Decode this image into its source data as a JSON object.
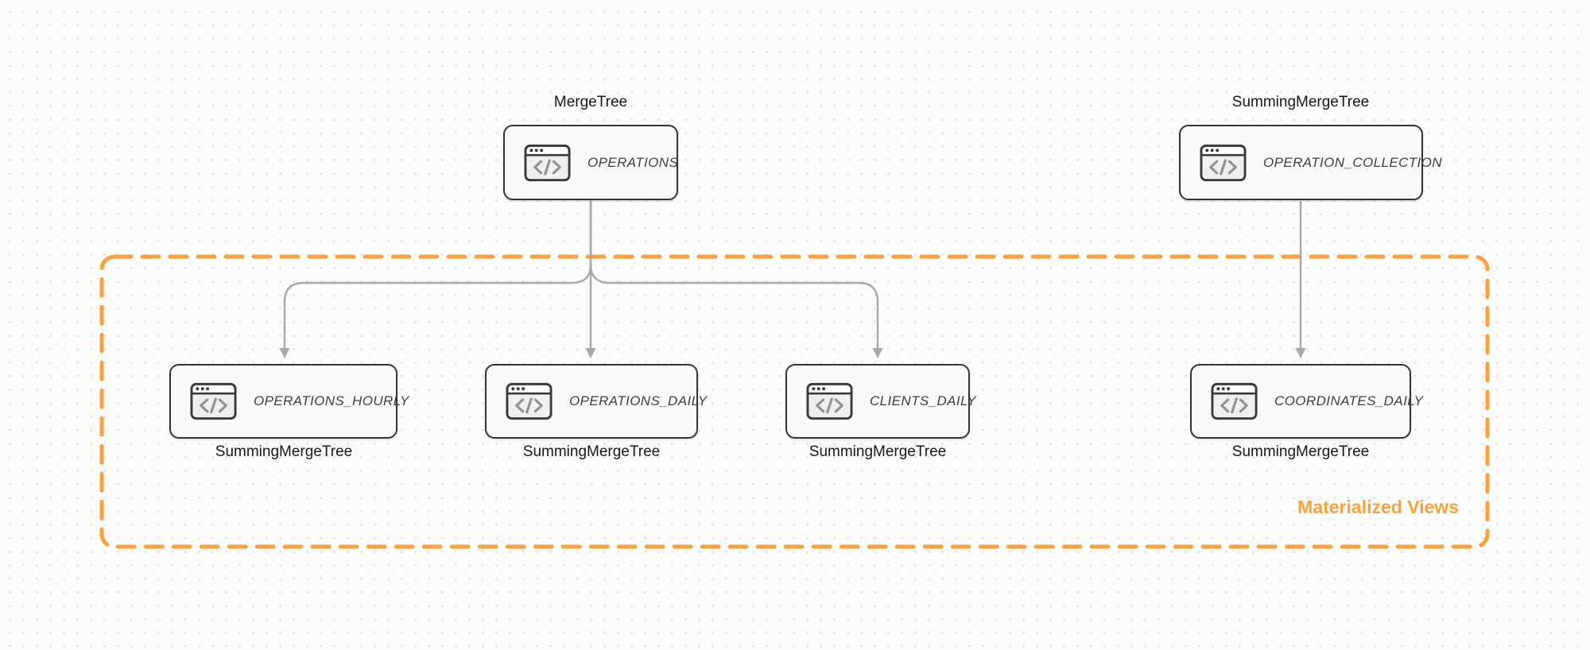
{
  "diagram": {
    "title": "Table engines and materialized views diagram",
    "group": {
      "label": "Materialized Views"
    },
    "nodes": [
      {
        "id": "operations",
        "engine": "MergeTree",
        "name": "OPERATIONS",
        "engine_label_position": "top"
      },
      {
        "id": "operation_collection",
        "engine": "SummingMergeTree",
        "name": "OPERATION_COLLECTION",
        "engine_label_position": "top"
      },
      {
        "id": "operations_hourly",
        "engine": "SummingMergeTree",
        "name": "OPERATIONS_HOURLY",
        "engine_label_position": "bottom"
      },
      {
        "id": "operations_daily",
        "engine": "SummingMergeTree",
        "name": "OPERATIONS_DAILY",
        "engine_label_position": "bottom"
      },
      {
        "id": "clients_daily",
        "engine": "SummingMergeTree",
        "name": "CLIENTS_DAILY",
        "engine_label_position": "bottom"
      },
      {
        "id": "coordinates_daily",
        "engine": "SummingMergeTree",
        "name": "COORDINATES_DAILY",
        "engine_label_position": "bottom"
      }
    ],
    "edges": [
      {
        "from": "OPERATIONS",
        "to": "OPERATIONS_HOURLY"
      },
      {
        "from": "OPERATIONS",
        "to": "OPERATIONS_DAILY"
      },
      {
        "from": "OPERATIONS",
        "to": "CLIENTS_DAILY"
      },
      {
        "from": "OPERATION_COLLECTION",
        "to": "COORDINATES_DAILY"
      }
    ],
    "icons": {
      "node": "code-browser-icon"
    },
    "colors": {
      "accent_orange": "#F9A23B",
      "node_border": "#333333",
      "node_fill": "#F8F9F9",
      "node_text": "#3F3F46",
      "label_text": "#18181B",
      "arrow_gray": "#A8A8AC",
      "background": "#FBFBFB",
      "grid_dot": "#E0E0E4"
    }
  }
}
